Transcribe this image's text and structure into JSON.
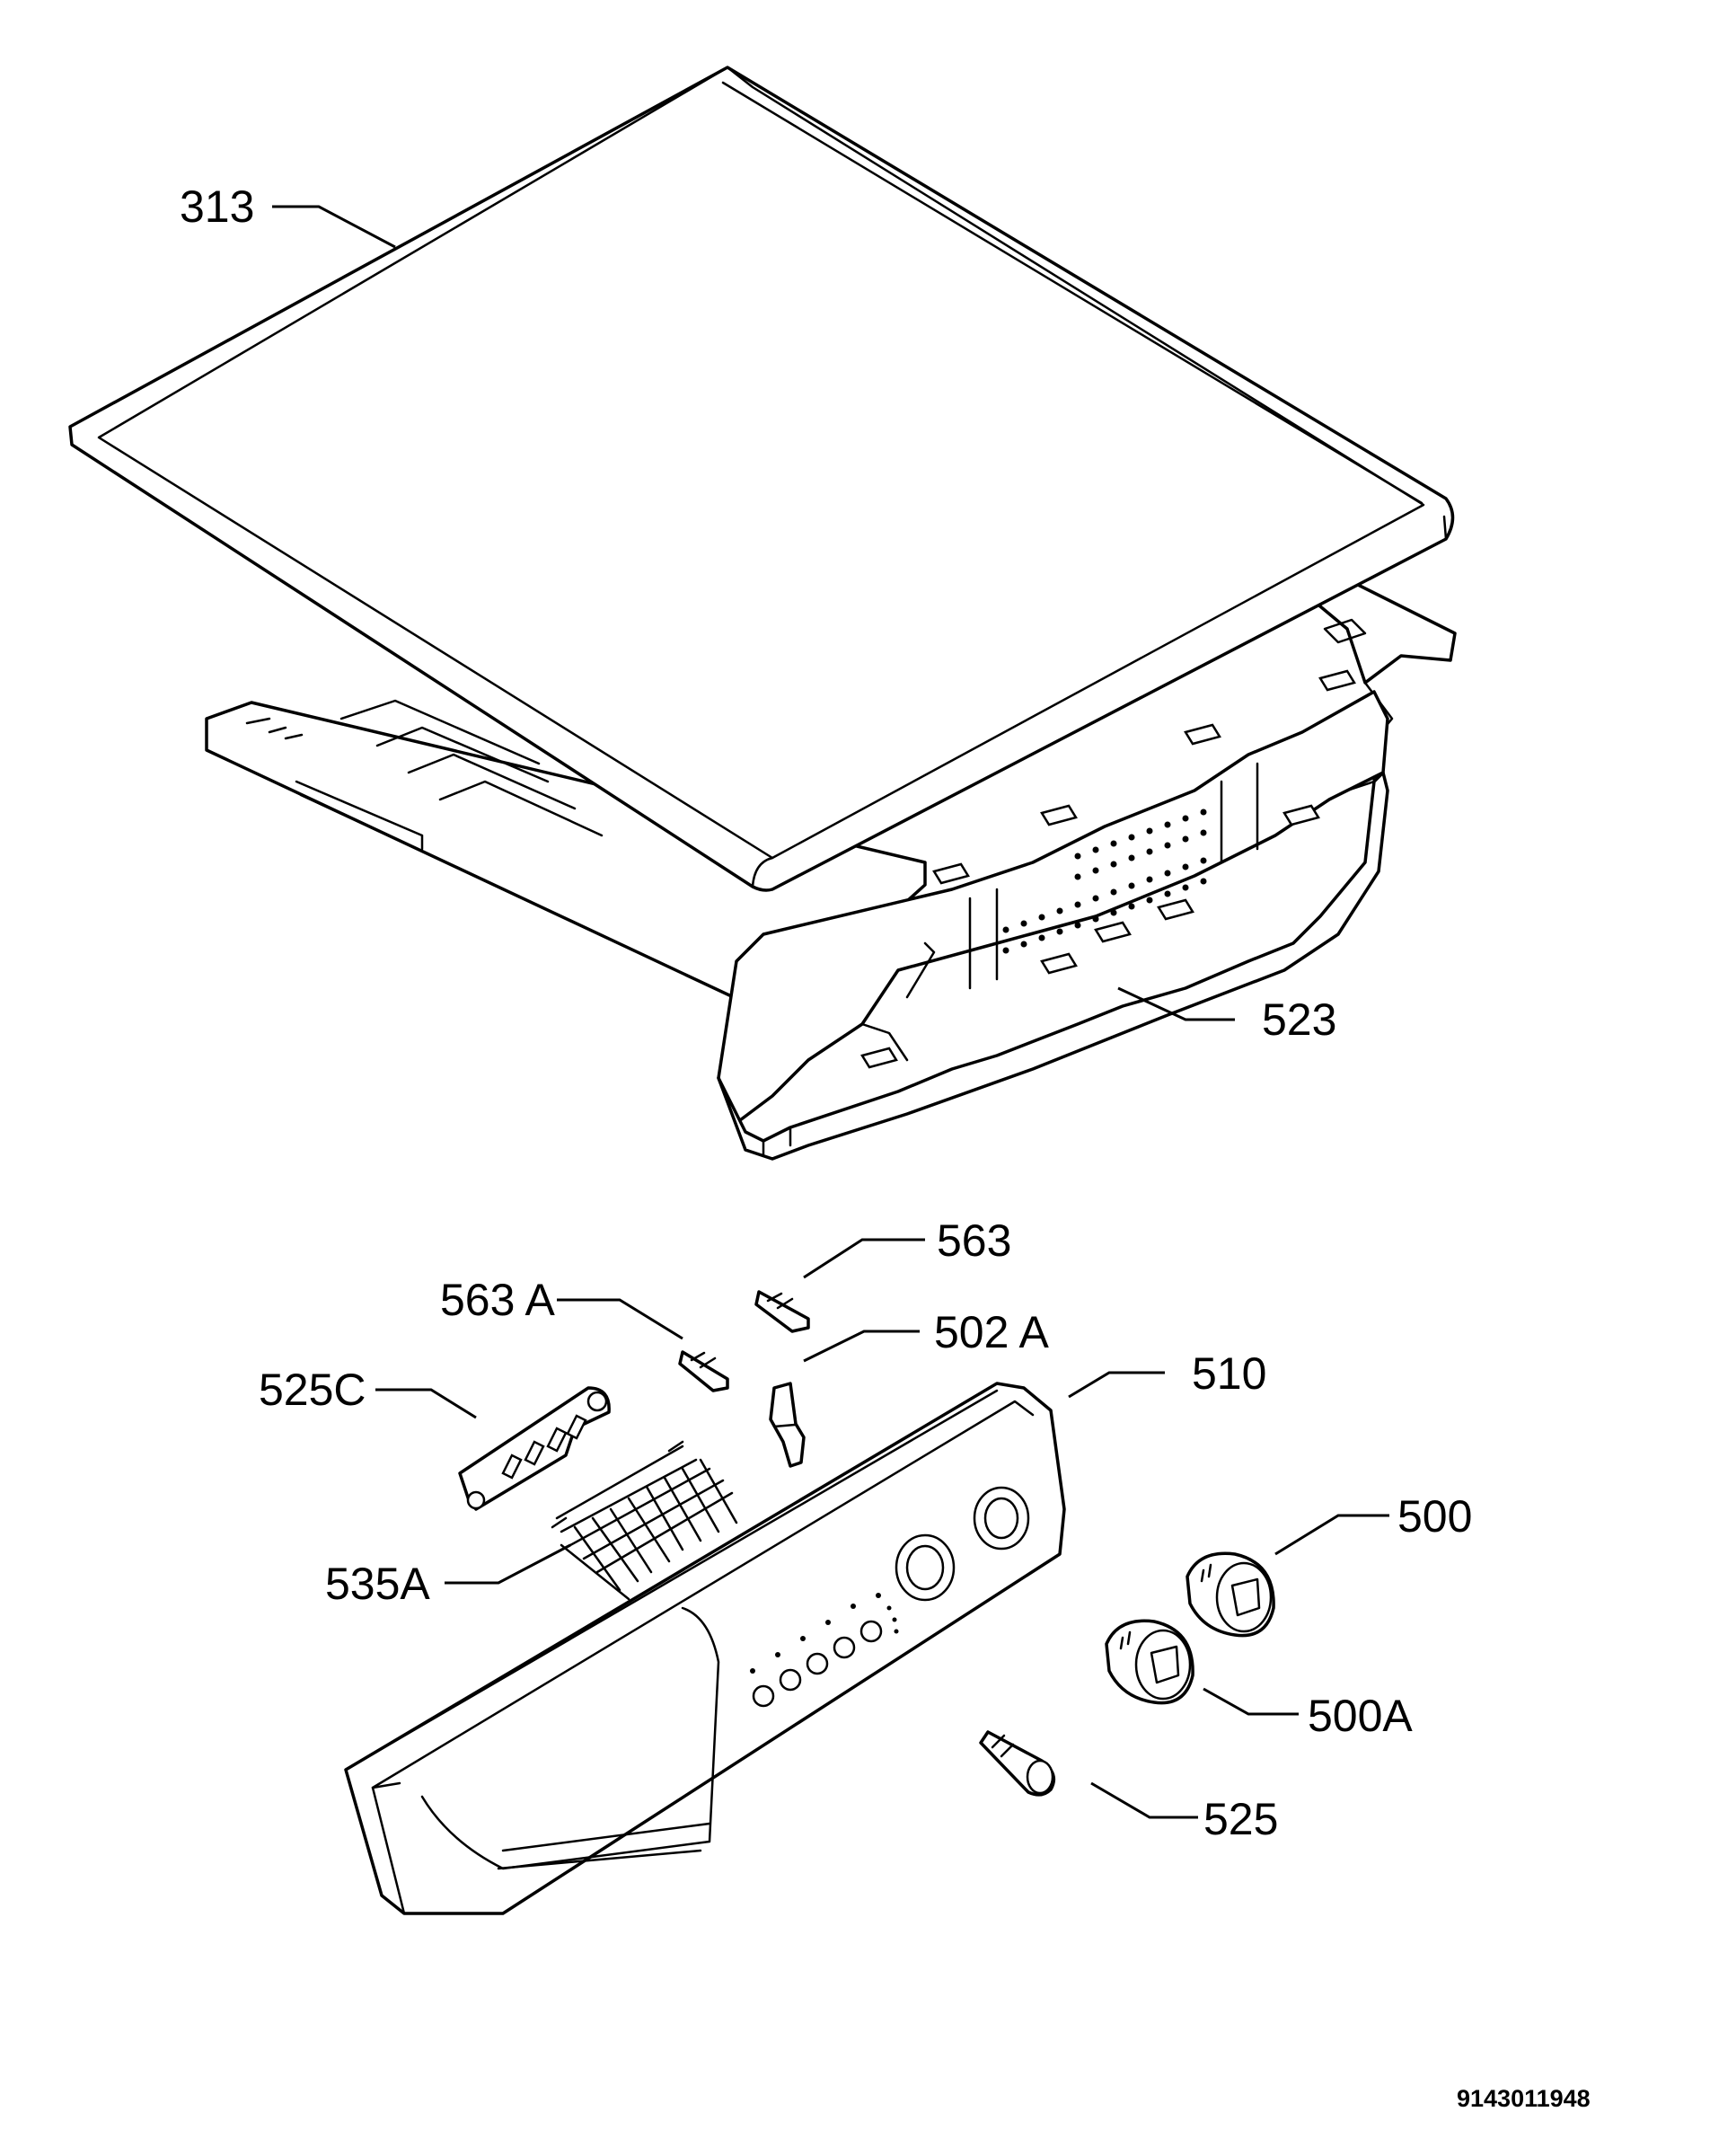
{
  "labels": {
    "p313": "313",
    "p523": "523",
    "p563": "563",
    "p563a": "563 A",
    "p502a": "502 A",
    "p525c": "525C",
    "p510": "510",
    "p500": "500",
    "p535a": "535A",
    "p500a": "500A",
    "p525": "525"
  },
  "drawing_number": "9143011948",
  "colors": {
    "line": "#000000",
    "background": "#ffffff"
  }
}
